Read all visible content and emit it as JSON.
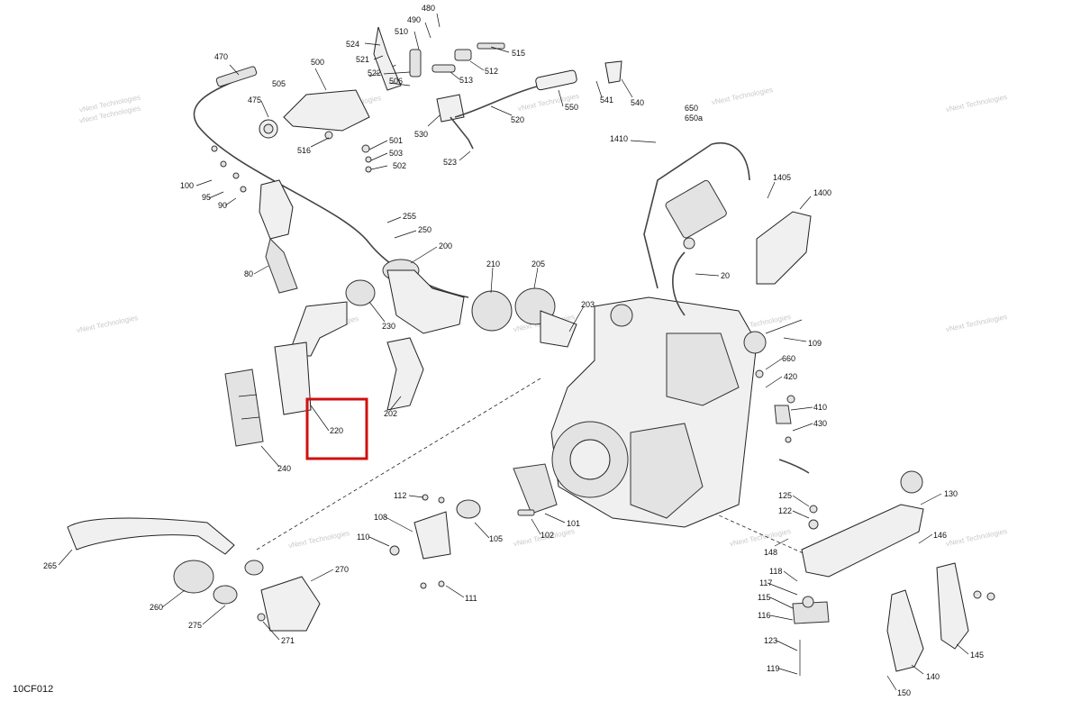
{
  "diagram_code": "10CF012",
  "watermark_text": "vNext Technologies",
  "highlight": {
    "part": "220",
    "color": "#d01010"
  },
  "labels": {
    "p470": "470",
    "p505": "505",
    "p475": "475",
    "p500": "500",
    "p524": "524",
    "p521": "521",
    "p510": "510",
    "p490": "490",
    "p480": "480",
    "p515": "515",
    "p512": "512",
    "p522": "522",
    "p506": "506",
    "p513": "513",
    "p516": "516",
    "p501": "501",
    "p503": "503",
    "p502": "502",
    "p530": "530",
    "p523": "523",
    "p520": "520",
    "p550": "550",
    "p541": "541",
    "p540": "540",
    "p650": "650",
    "p650a": "650a",
    "p1410": "1410",
    "p1405": "1405",
    "p1400": "1400",
    "p20": "20",
    "p100": "100",
    "p95": "95",
    "p90": "90",
    "p80": "80",
    "p255": "255",
    "p250": "250",
    "p200": "200",
    "p210": "210",
    "p205": "205",
    "p203": "203",
    "p230": "230",
    "p202": "202",
    "p220": "220",
    "p240": "240",
    "p109": "109",
    "p660": "660",
    "p420": "420",
    "p410": "410",
    "p430": "430",
    "p130": "130",
    "p125": "125",
    "p122": "122",
    "p148": "148",
    "p146": "146",
    "p118": "118",
    "p117": "117",
    "p115": "115",
    "p116": "116",
    "p123": "123",
    "p119": "119",
    "p150": "150",
    "p140": "140",
    "p145": "145",
    "p112": "112",
    "p108": "108",
    "p110": "110",
    "p111": "111",
    "p105": "105",
    "p102": "102",
    "p101": "101",
    "p265": "265",
    "p260": "260",
    "p275": "275",
    "p270": "270",
    "p271": "271"
  }
}
